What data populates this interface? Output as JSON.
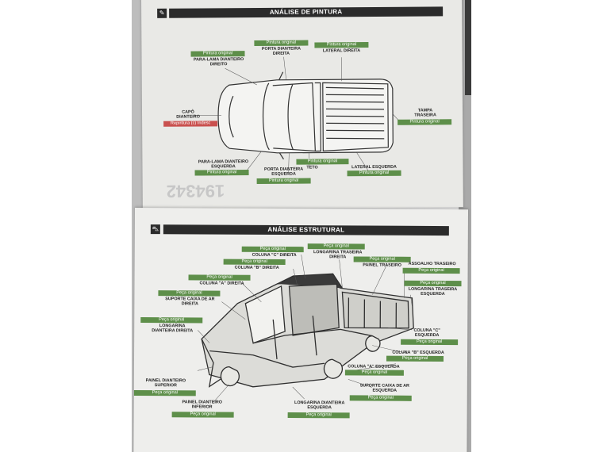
{
  "pintura": {
    "title": "ANÁLISE DE PINTURA",
    "icon": "paint-brush-icon",
    "parts": {
      "paralama_dianteiro_direito": {
        "label": [
          "PARA-LAMA DIANTEIRO",
          "DIREITO"
        ],
        "status": "Pintura original"
      },
      "porta_dianteira_direita": {
        "label": [
          "PORTA DIANTEIRA",
          "DIREITA"
        ],
        "status": "Pintura original"
      },
      "lateral_direita": {
        "label": [
          "LATERAL DIREITA"
        ],
        "status": "Pintura original"
      },
      "capo_dianteiro": {
        "label": [
          "CAPÔ",
          "DIANTEIRO"
        ],
        "status": "Repintura (c) Indesc"
      },
      "tampa_traseira": {
        "label": [
          "TAMPA",
          "TRASEIRA"
        ],
        "status": "Pintura original"
      },
      "paralama_dianteiro_esquerdo": {
        "label": [
          "PARA-LAMA DIANTEIRO",
          "ESQUERDA"
        ],
        "status": "Pintura original"
      },
      "teto": {
        "label": [
          "TETO"
        ],
        "status": "Pintura original"
      },
      "porta_dianteira_esquerda": {
        "label": [
          "PORTA DIANTEIRA",
          "ESQUERDA"
        ],
        "status": "Pintura original"
      },
      "lateral_esquerda": {
        "label": [
          "LATERAL ESQUERDA"
        ],
        "status": "Pintura original"
      }
    },
    "colors": {
      "original": "#5e8f4a",
      "repaint": "#c9504e",
      "header": "#2b2b2b"
    }
  },
  "estrutural": {
    "title": "ANÁLISE ESTRUTURAL",
    "icon": "car-damage-icon",
    "parts": {
      "coluna_c_direita": {
        "label": [
          "COLUNA \"C\" DIREITA"
        ],
        "status": "Peça original"
      },
      "longarina_traseira_direita": {
        "label": [
          "LONGARINA TRASEIRA",
          "DIREITA"
        ],
        "status": "Peça original"
      },
      "coluna_b_direita": {
        "label": [
          "COLUNA \"B\" DIREITA"
        ],
        "status": "Peça original"
      },
      "painel_traseiro": {
        "label": [
          "PAINEL TRASEIRO"
        ],
        "status": "Peça original"
      },
      "assoalho_traseiro": {
        "label": [
          "ASSOALHO TRASEIRO"
        ],
        "status": "Peça original"
      },
      "coluna_a_direita": {
        "label": [
          "COLUNA \"A\" DIREITA"
        ],
        "status": "Peça original"
      },
      "longarina_traseira_esquerda": {
        "label": [
          "LONGARINA TRASEIRA",
          "ESQUERDA"
        ],
        "status": "Peça original"
      },
      "suporte_caixa_ar_direita": {
        "label": [
          "SUPORTE CAIXA DE AR",
          "DIREITA"
        ],
        "status": "Peça original"
      },
      "longarina_dianteira_direita": {
        "label": [
          "LONGARINA",
          "DIANTEIRA DIREITA"
        ],
        "status": "Peça original"
      },
      "coluna_c_esquerda": {
        "label": [
          "COLUNA \"C\"",
          "ESQUERDA"
        ],
        "status": "Peça original"
      },
      "coluna_b_esquerda": {
        "label": [
          "COLUNA \"B\" ESQUERDA"
        ],
        "status": "Peça original"
      },
      "coluna_a_esquerda": {
        "label": [
          "COLUNA \"A\" ESQUERDA"
        ],
        "status": "Peça original"
      },
      "painel_dianteiro_superior": {
        "label": [
          "PAINEL DIANTEIRO",
          "SUPERIOR"
        ],
        "status": "Peça original"
      },
      "suporte_caixa_ar_esquerda": {
        "label": [
          "SUPORTE CAIXA DE AR",
          "ESQUERDA"
        ],
        "status": "Peça original"
      },
      "painel_dianteiro_inferior": {
        "label": [
          "PAINEL DIANTEIRO",
          "INFERIOR"
        ],
        "status": "Peça original"
      },
      "longarina_dianteira_esquerda": {
        "label": [
          "LONGARINA DIANTEIRA",
          "ESQUERDA"
        ],
        "status": "Peça original"
      }
    }
  }
}
